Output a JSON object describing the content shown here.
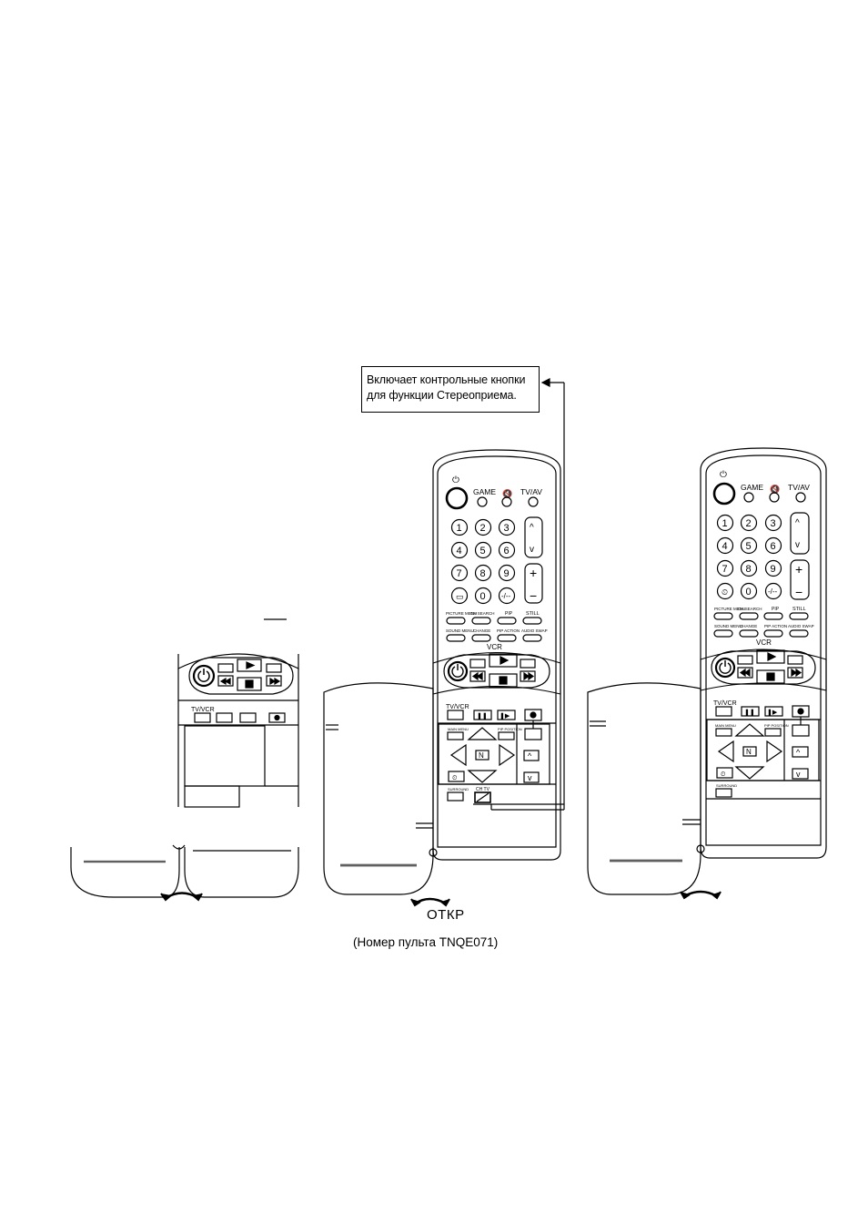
{
  "callout": {
    "line1": "Включает контрольные кнопки",
    "line2": "для функции Стереоприема."
  },
  "open_label": "ОТКР",
  "caption": "(Номер пульта TNQE071)",
  "remote": {
    "game": "GAME",
    "tvav": "TV/AV",
    "numbers": [
      "1",
      "2",
      "3",
      "4",
      "5",
      "6",
      "7",
      "8",
      "9",
      "0"
    ],
    "ch_up": "^",
    "ch_down": "v",
    "vol_plus": "+",
    "vol_minus": "−",
    "row1": [
      "PICTURE MENU",
      "CH SEARCH",
      "PIP",
      "STILL"
    ],
    "row2": [
      "SOUND MENU",
      "CHANGE",
      "PIP ACTION",
      "AUDIO SWAP"
    ],
    "vcr": "VCR",
    "tvvcr": "TV/VCR",
    "main_menu": "MAIN MENU",
    "pip_position": "PIP POSITION",
    "n_key": "N",
    "surround": "SURROUND",
    "ch_tv": "CH TV"
  }
}
